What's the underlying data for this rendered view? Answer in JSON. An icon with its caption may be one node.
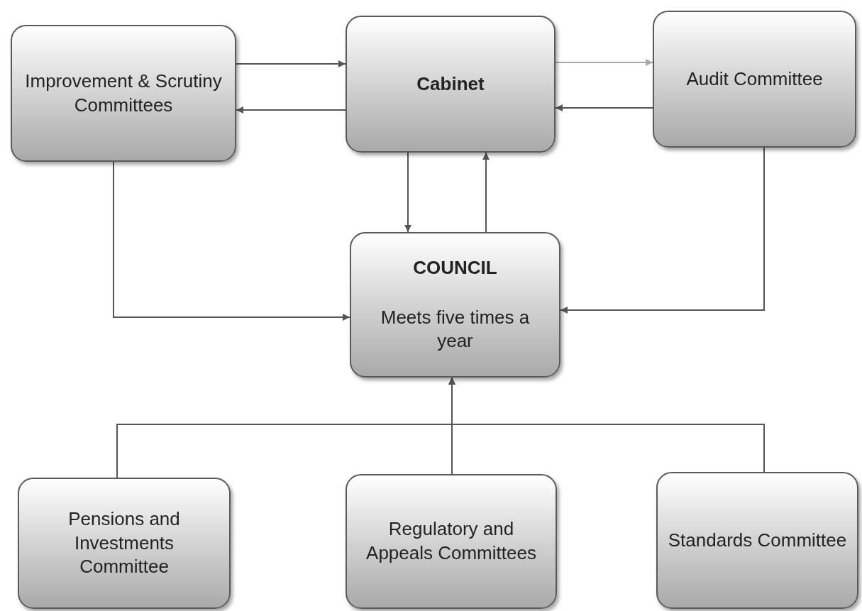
{
  "diagram": {
    "nodes": [
      {
        "text": [
          "Improvement & Scrutiny Committees"
        ]
      },
      {
        "text": [
          "Cabinet"
        ]
      },
      {
        "text": [
          "Audit Committee"
        ]
      },
      {
        "text": [
          "COUNCIL",
          "Meets five times a year"
        ]
      },
      {
        "text": [
          "Pensions and Investments Committee"
        ]
      },
      {
        "text": [
          "Regulatory and Appeals Committees"
        ]
      },
      {
        "text": [
          "Standards Committee"
        ]
      }
    ],
    "edges": [
      {
        "from": 0,
        "to": 1,
        "arrow": "to"
      },
      {
        "from": 1,
        "to": 0,
        "arrow": "to"
      },
      {
        "from": 1,
        "to": 2,
        "arrow": "to",
        "color": "#a8a8a8"
      },
      {
        "from": 2,
        "to": 1,
        "arrow": "to"
      },
      {
        "from": 1,
        "to": 3,
        "arrow": "to"
      },
      {
        "from": 3,
        "to": 1,
        "arrow": "to"
      },
      {
        "from": 0,
        "to": 3,
        "arrow": "to"
      },
      {
        "from": 2,
        "to": 3,
        "arrow": "to"
      },
      {
        "from": 4,
        "to": 3,
        "arrow": "to"
      },
      {
        "from": 5,
        "to": 3,
        "arrow": "to"
      },
      {
        "from": 6,
        "to": 3,
        "arrow": "to"
      }
    ]
  }
}
